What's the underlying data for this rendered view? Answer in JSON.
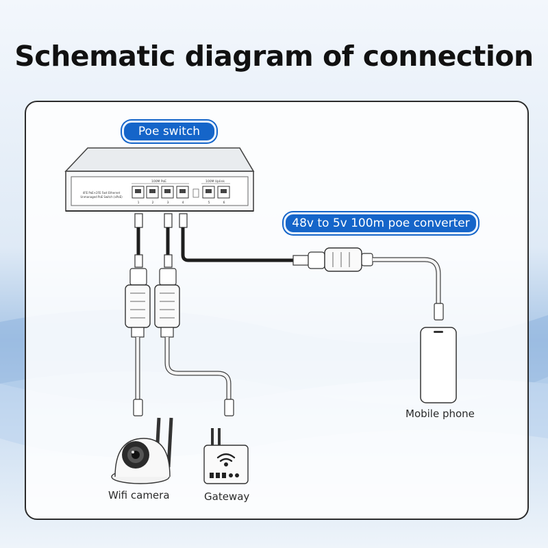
{
  "title": "Schematic diagram of connection",
  "switch": {
    "label": "Poe switch",
    "model_line1": "4FE PoE+2FE Fast Ethernet",
    "model_line2": "Unmanaged PoE Switch (xPoE)",
    "poe_group_label": "100M PoE",
    "uplink_group_label": "100M Uplink",
    "port_numbers": [
      "1",
      "2",
      "3",
      "4",
      "5",
      "6"
    ]
  },
  "converter": {
    "label": "48v to 5v 100m poe converter"
  },
  "devices": {
    "mobile_phone": "Mobile phone",
    "wifi_camera": "Wifi camera",
    "gateway": "Gateway"
  },
  "colors": {
    "accent": "#1565c9",
    "cable_dark": "#1e1e1e",
    "cable_light": "#f4f4f4"
  }
}
